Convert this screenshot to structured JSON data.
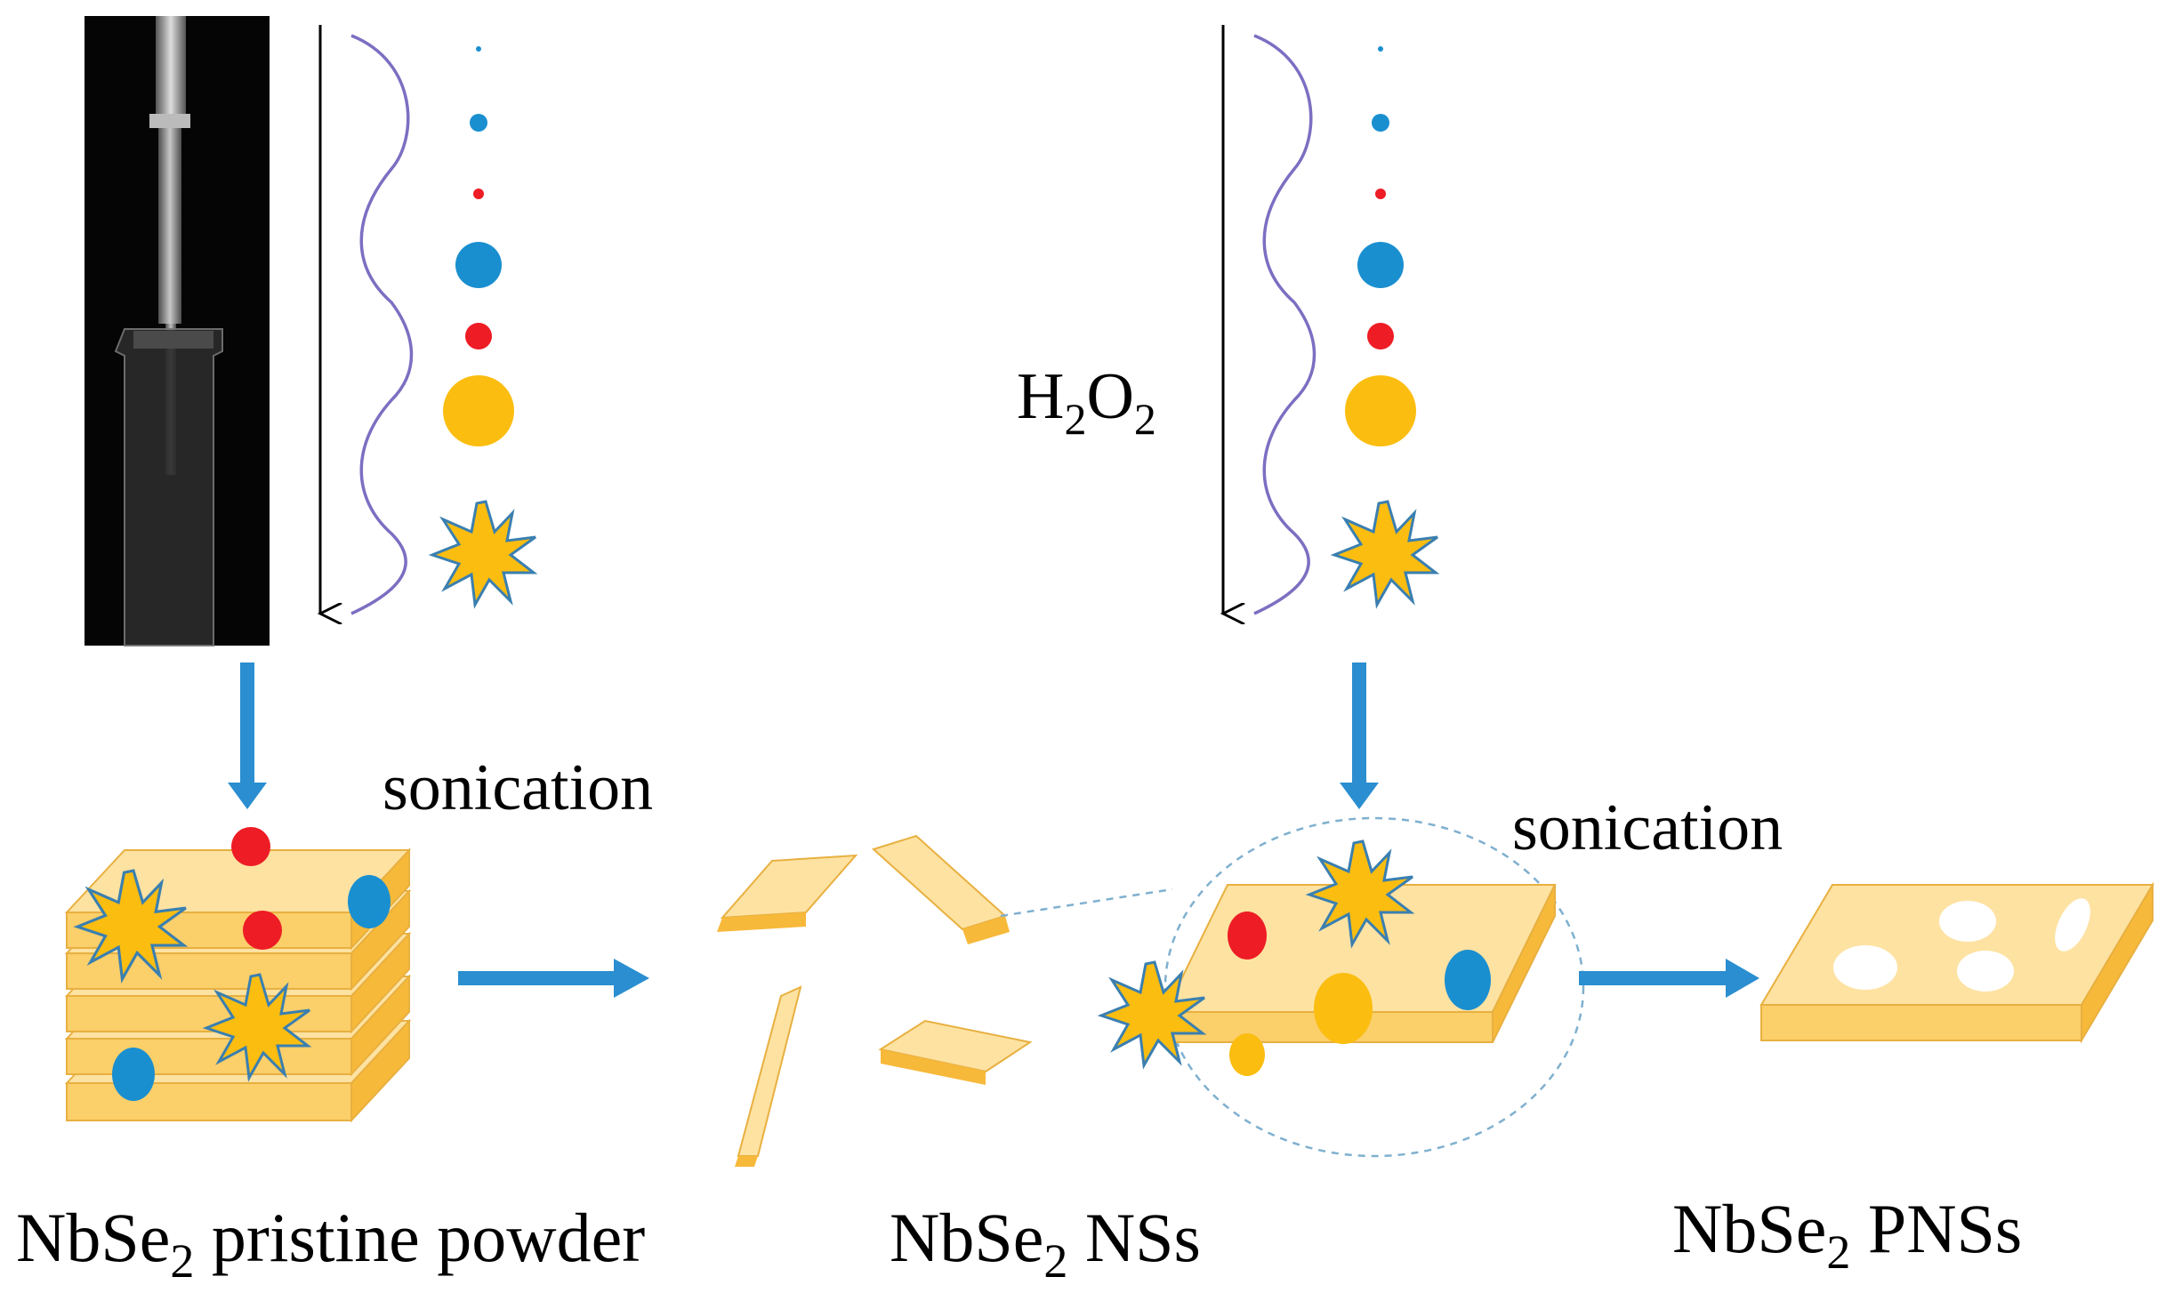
{
  "labels": {
    "reagent": "H",
    "reagent_sub1": "2",
    "reagent_mid": "O",
    "reagent_sub2": "2",
    "step1": "sonication",
    "step2": "sonication",
    "product1_main": "NbSe",
    "product1_sub": "2",
    "product1_rest": " pristine powder",
    "product2_main": "NbSe",
    "product2_sub": "2",
    "product2_rest": " NSs",
    "product3_main": "NbSe",
    "product3_sub": "2",
    "product3_rest": " PNSs"
  },
  "colors": {
    "blue_dot": "#1a8fd0",
    "red_dot": "#ee1c25",
    "yellow_dot": "#fbbd10",
    "sheet_top": "#fde2a2",
    "sheet_side": "#f9c55a",
    "arrow": "#2a8ed0",
    "wave": "#7b6fc2"
  },
  "icons": [
    "sonicator-photo",
    "ultrasound-wave-icon",
    "starburst-icon"
  ]
}
